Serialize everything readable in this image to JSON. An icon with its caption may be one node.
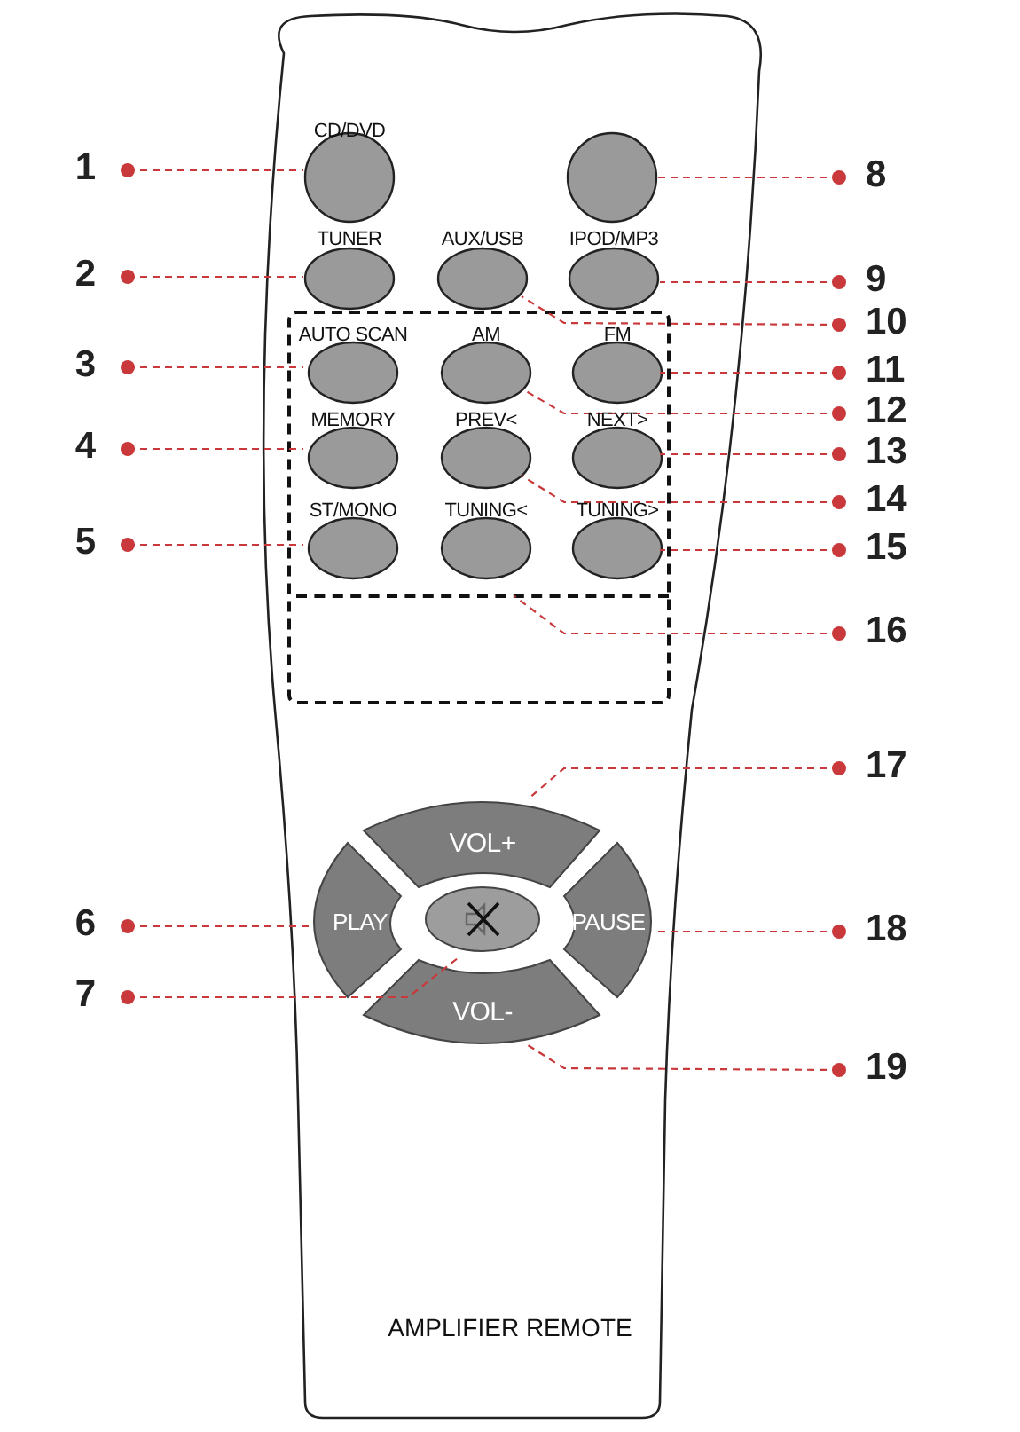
{
  "diagram": {
    "nodes": [
      {
        "text": [
          "AMPLIFIER REMOTE"
        ]
      },
      {
        "text": [
          "CD/DVD"
        ],
        "in": 0
      },
      {
        "text": [],
        "shape": "circle",
        "in": 0
      },
      {
        "text": [
          "TUNER"
        ],
        "in": 0
      },
      {
        "text": [
          "AUX/USB"
        ],
        "in": 0
      },
      {
        "text": [
          "IPOD/MP3"
        ],
        "in": 0
      },
      {
        "text": [],
        "shape": "box",
        "in": 0
      },
      {
        "text": [
          "AUTO SCAN"
        ],
        "in": 6
      },
      {
        "text": [
          "AM"
        ],
        "in": 6
      },
      {
        "text": [
          "FM"
        ],
        "in": 6
      },
      {
        "text": [
          "MEMORY"
        ],
        "in": 6
      },
      {
        "text": [
          "PREV<"
        ],
        "in": 6
      },
      {
        "text": [
          "NEXT>"
        ],
        "in": 6
      },
      {
        "text": [
          "ST/MONO"
        ],
        "in": 6
      },
      {
        "text": [
          "TUNING<"
        ],
        "in": 6
      },
      {
        "text": [
          "TUNING>"
        ],
        "in": 6
      },
      {
        "text": [],
        "shape": "box",
        "in": 6
      },
      {
        "text": [
          "VOL+"
        ],
        "in": 0
      },
      {
        "text": [
          "PLAY"
        ],
        "in": 0
      },
      {
        "text": [],
        "shape": "ellipse",
        "in": 0
      },
      {
        "text": [
          "PAUSE"
        ],
        "in": 0
      },
      {
        "text": [
          "VOL-"
        ],
        "in": 0
      },
      {
        "text": [
          "1"
        ]
      },
      {
        "text": [
          "2"
        ]
      },
      {
        "text": [
          "3"
        ]
      },
      {
        "text": [
          "4"
        ]
      },
      {
        "text": [
          "5"
        ]
      },
      {
        "text": [
          "6"
        ]
      },
      {
        "text": [
          "7"
        ]
      },
      {
        "text": [
          "8"
        ]
      },
      {
        "text": [
          "9"
        ]
      },
      {
        "text": [
          "10"
        ]
      },
      {
        "text": [
          "11"
        ]
      },
      {
        "text": [
          "12"
        ]
      },
      {
        "text": [
          "13"
        ]
      },
      {
        "text": [
          "14"
        ]
      },
      {
        "text": [
          "15"
        ]
      },
      {
        "text": [
          "16"
        ]
      },
      {
        "text": [
          "17"
        ]
      },
      {
        "text": [
          "18"
        ]
      },
      {
        "text": [
          "19"
        ]
      }
    ],
    "edges": [
      {
        "from": 22,
        "to": 1,
        "arrow": "other",
        "style": "dashed"
      },
      {
        "from": 23,
        "to": 3,
        "arrow": "other",
        "style": "dashed"
      },
      {
        "from": 24,
        "to": 7,
        "arrow": "other",
        "style": "dashed"
      },
      {
        "from": 25,
        "to": 10,
        "arrow": "other",
        "style": "dashed"
      },
      {
        "from": 26,
        "to": 13,
        "arrow": "other",
        "style": "dashed"
      },
      {
        "from": 27,
        "to": 18,
        "arrow": "other",
        "style": "dashed"
      },
      {
        "from": 28,
        "to": 19,
        "arrow": "other",
        "style": "dashed"
      },
      {
        "from": 29,
        "to": 2,
        "arrow": "other",
        "style": "dashed"
      },
      {
        "from": 30,
        "to": 5,
        "arrow": "other",
        "style": "dashed"
      },
      {
        "from": 31,
        "to": 4,
        "arrow": "other",
        "style": "dashed"
      },
      {
        "from": 32,
        "to": 9,
        "arrow": "other",
        "style": "dashed"
      },
      {
        "from": 33,
        "to": 8,
        "arrow": "other",
        "style": "dashed"
      },
      {
        "from": 34,
        "to": 12,
        "arrow": "other",
        "style": "dashed"
      },
      {
        "from": 35,
        "to": 11,
        "arrow": "other",
        "style": "dashed"
      },
      {
        "from": 36,
        "to": 15,
        "arrow": "other",
        "style": "dashed"
      },
      {
        "from": 37,
        "to": 16,
        "arrow": "other",
        "style": "dashed"
      },
      {
        "from": 38,
        "to": 17,
        "arrow": "other",
        "style": "dashed"
      },
      {
        "from": 39,
        "to": 20,
        "arrow": "other",
        "style": "dashed"
      },
      {
        "from": 40,
        "to": 21,
        "arrow": "other",
        "style": "dashed"
      }
    ]
  }
}
